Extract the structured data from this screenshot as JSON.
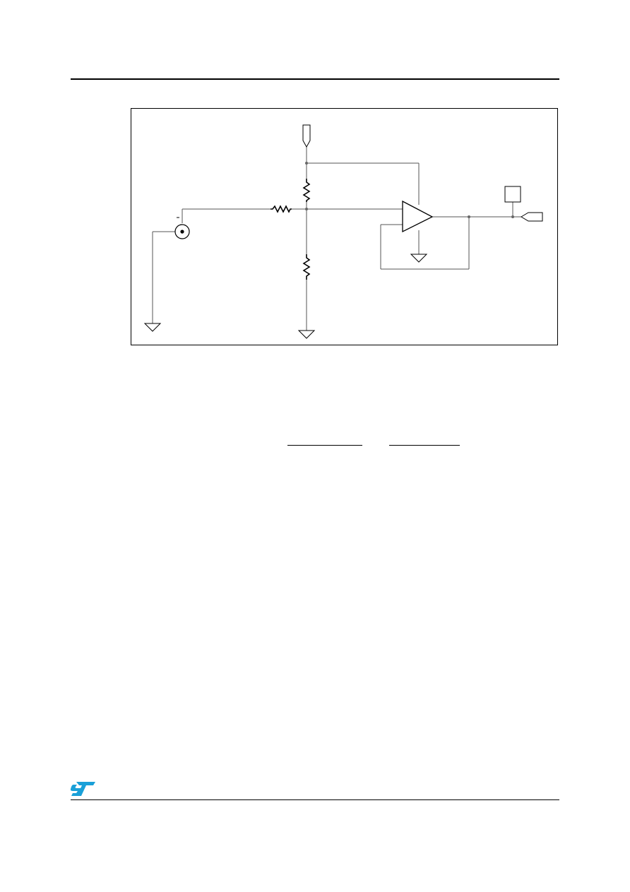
{
  "page": {
    "header_rule": true,
    "footer_rule": true
  },
  "schematic": {
    "components": [
      "supply-input-terminal",
      "divider-resistor-top",
      "divider-resistor-bottom",
      "series-resistor",
      "coax-input-connector",
      "op-amp-buffer",
      "output-test-point",
      "output-terminal",
      "ground-symbol"
    ],
    "wire_color": "#555555",
    "symbol_color": "#000000"
  },
  "formula": {
    "fraction_count": 2
  },
  "brand": {
    "logo": "st-logo",
    "color": "#1aa0d8"
  }
}
